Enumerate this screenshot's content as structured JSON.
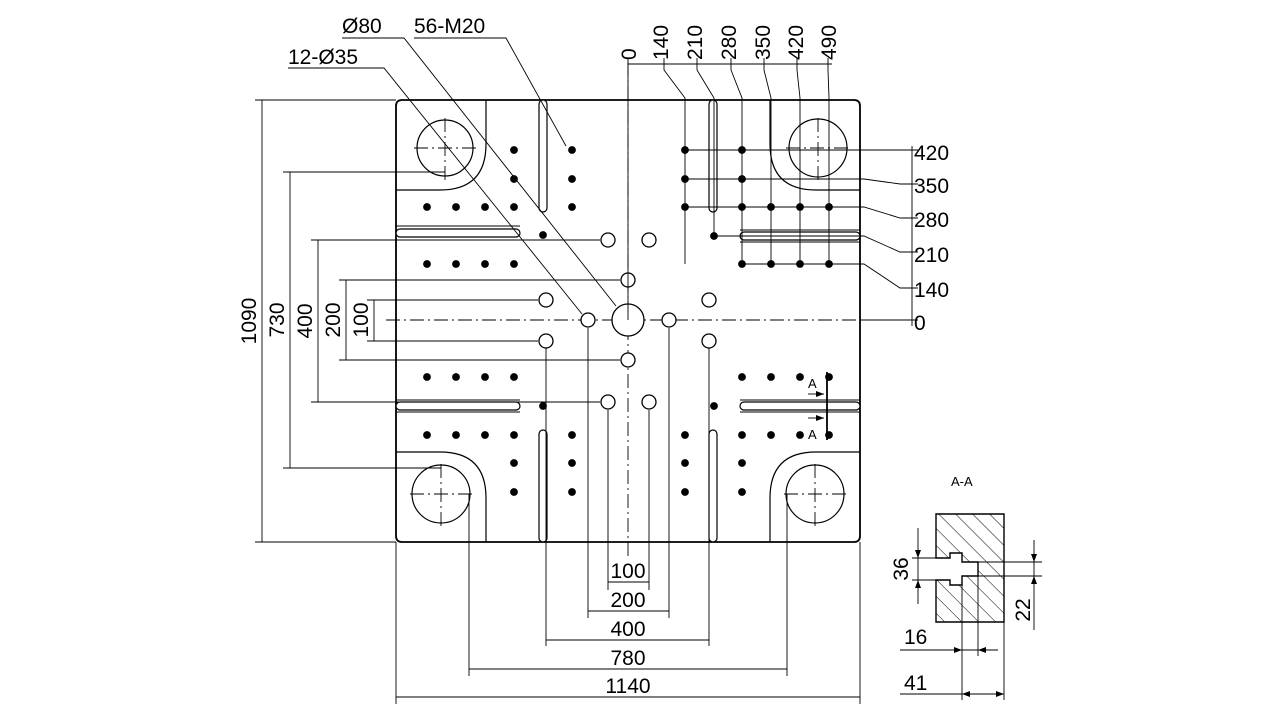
{
  "section_title": "A-A",
  "section_marker": "A",
  "callouts": {
    "center_hole": "Ø80",
    "tie_bar_holes": "12-Ø35",
    "tapped_holes": "56-M20"
  },
  "top_ruler": [
    "0",
    "140",
    "210",
    "280",
    "350",
    "420",
    "490"
  ],
  "right_ruler": [
    "420",
    "350",
    "280",
    "210",
    "140",
    "0"
  ],
  "left_dims": [
    "1090",
    "730",
    "400",
    "200",
    "100"
  ],
  "bottom_dims": [
    "100",
    "200",
    "400",
    "780",
    "1140"
  ],
  "section_dims": [
    "36",
    "22",
    "16",
    "41"
  ],
  "colors": {
    "line": "#000000",
    "background": "#ffffff"
  }
}
